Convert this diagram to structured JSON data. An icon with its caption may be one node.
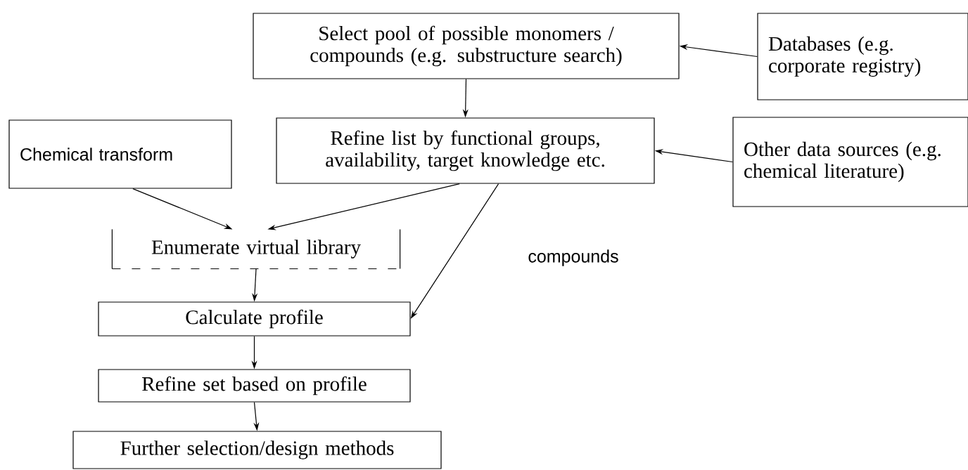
{
  "diagram": {
    "nodes": [
      {
        "text": [
          "Select pool of possible monomers / compounds (e.g. substructure search)"
        ]
      },
      {
        "text": [
          "Databases (e.g. corporate registry)"
        ]
      },
      {
        "text": [
          "Chemical transform"
        ]
      },
      {
        "text": [
          "Refine list by functional groups, availability, target knowledge etc."
        ]
      },
      {
        "text": [
          "Other data sources (e.g. chemical literature)"
        ]
      },
      {
        "text": [
          "Enumerate virtual library"
        ]
      },
      {
        "text": [
          "Calculate profile"
        ]
      },
      {
        "text": [
          "Refine set based on profile"
        ]
      },
      {
        "text": [
          "Further selection/design methods"
        ]
      }
    ],
    "edges": [
      {
        "from": 1,
        "to": 0,
        "arrow": "to"
      },
      {
        "from": 0,
        "to": 3,
        "arrow": "to"
      },
      {
        "from": 4,
        "to": 3,
        "arrow": "to"
      },
      {
        "from": 2,
        "to": 5,
        "arrow": "to"
      },
      {
        "from": 3,
        "to": 5,
        "arrow": "to"
      },
      {
        "from": 3,
        "to": 6,
        "arrow": "to",
        "label": "compounds"
      },
      {
        "from": 5,
        "to": 6,
        "arrow": "to"
      },
      {
        "from": 6,
        "to": 7,
        "arrow": "to"
      },
      {
        "from": 7,
        "to": 8,
        "arrow": "to"
      }
    ]
  }
}
